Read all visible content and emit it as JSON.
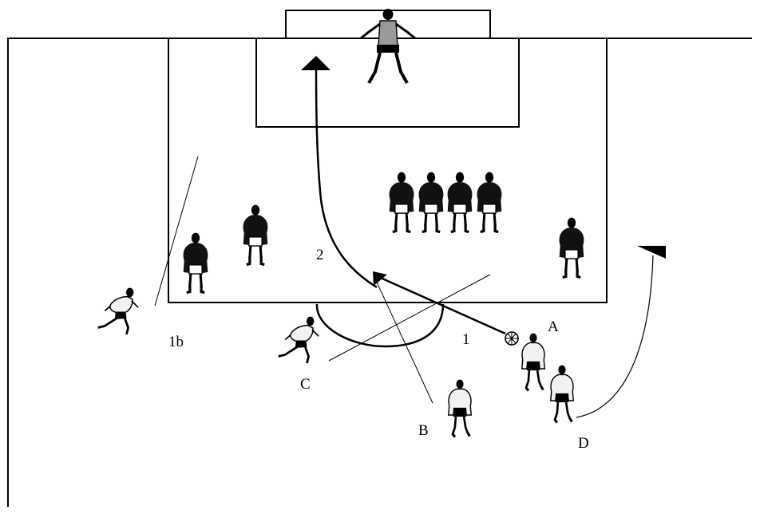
{
  "labels": {
    "A": "A",
    "B": "B",
    "C": "C",
    "D": "D",
    "pass_1": "1",
    "pass_1b": "1b",
    "pass_2": "2"
  },
  "colors": {
    "ink": "#000000",
    "field": "#ffffff",
    "keeper_shirt": "#9a9a9a",
    "attacker_shirt": "#f2f2f2",
    "defender_shirt": "#111111"
  },
  "icons": [
    "goal-icon",
    "goalkeeper-icon",
    "defender-player-icon",
    "attacker-player-icon",
    "ball-icon",
    "arrowhead-icon"
  ]
}
